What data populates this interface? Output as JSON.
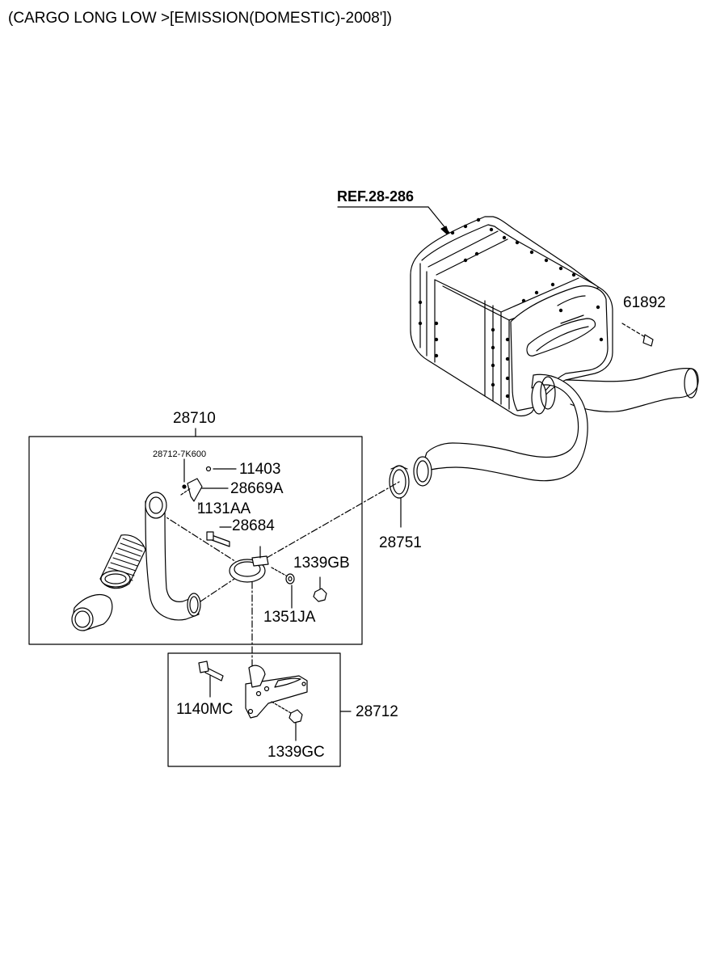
{
  "header": {
    "title": "(CARGO LONG LOW >[EMISSION(DOMESTIC)-2008'])"
  },
  "diagram": {
    "ref_label": "REF.28-286",
    "parts": {
      "p61892": "61892",
      "p28710": "28710",
      "p28712_7K600": "28712-7K600",
      "p11403": "11403",
      "p28669A": "28669A",
      "p1131AA": "1131AA",
      "p28684": "28684",
      "p1339GB": "1339GB",
      "p1351JA": "1351JA",
      "p28751": "28751",
      "p1140MC": "1140MC",
      "p28712": "28712",
      "p1339GC": "1339GC"
    }
  }
}
